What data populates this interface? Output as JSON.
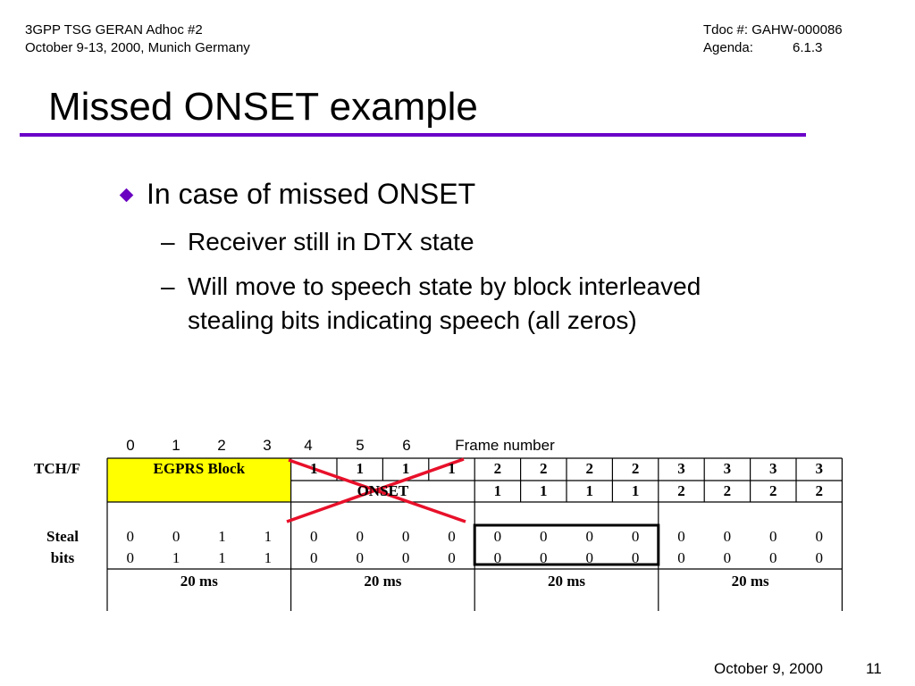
{
  "header": {
    "left_line1": "3GPP TSG GERAN Adhoc #2",
    "left_line2": "October 9-13, 2000, Munich Germany",
    "tdoc": "Tdoc #: GAHW-000086",
    "agenda_label": "Agenda:",
    "agenda_value": "6.1.3"
  },
  "title": "Missed ONSET example",
  "bullets": {
    "main": "In case of missed ONSET",
    "sub1": "Receiver still in DTX state",
    "sub2_line1": "Will move to speech state by block interleaved",
    "sub2_line2": "stealing bits indicating speech (all zeros)",
    "dash": "–"
  },
  "diagram": {
    "frame_numbers": [
      "0",
      "1",
      "2",
      "3",
      "4",
      "5",
      "6"
    ],
    "frame_number_label": "Frame number",
    "tchf_label": "TCH/F",
    "egprs_block": "EGPRS Block",
    "tchf_row": [
      "1",
      "1",
      "1",
      "1",
      "2",
      "2",
      "2",
      "2",
      "3",
      "3",
      "3",
      "3"
    ],
    "onset_label": "ONSET",
    "onset_row": [
      "1",
      "1",
      "1",
      "1",
      "2",
      "2",
      "2",
      "2"
    ],
    "steal_label_line1": "Steal",
    "steal_label_line2": "bits",
    "steal_row1": [
      "0",
      "0",
      "1",
      "1",
      "0",
      "0",
      "0",
      "0",
      "0",
      "0",
      "0",
      "0",
      "0",
      "0",
      "0",
      "0"
    ],
    "steal_row2": [
      "0",
      "1",
      "1",
      "1",
      "0",
      "0",
      "0",
      "0",
      "0",
      "0",
      "0",
      "0",
      "0",
      "0",
      "0",
      "0"
    ],
    "duration": [
      "20 ms",
      "20 ms",
      "20 ms",
      "20 ms"
    ],
    "colors": {
      "egprs_fill": "#ffff00",
      "cross": "#e8102a"
    }
  },
  "footer": {
    "date": "October 9, 2000",
    "page": "11"
  }
}
